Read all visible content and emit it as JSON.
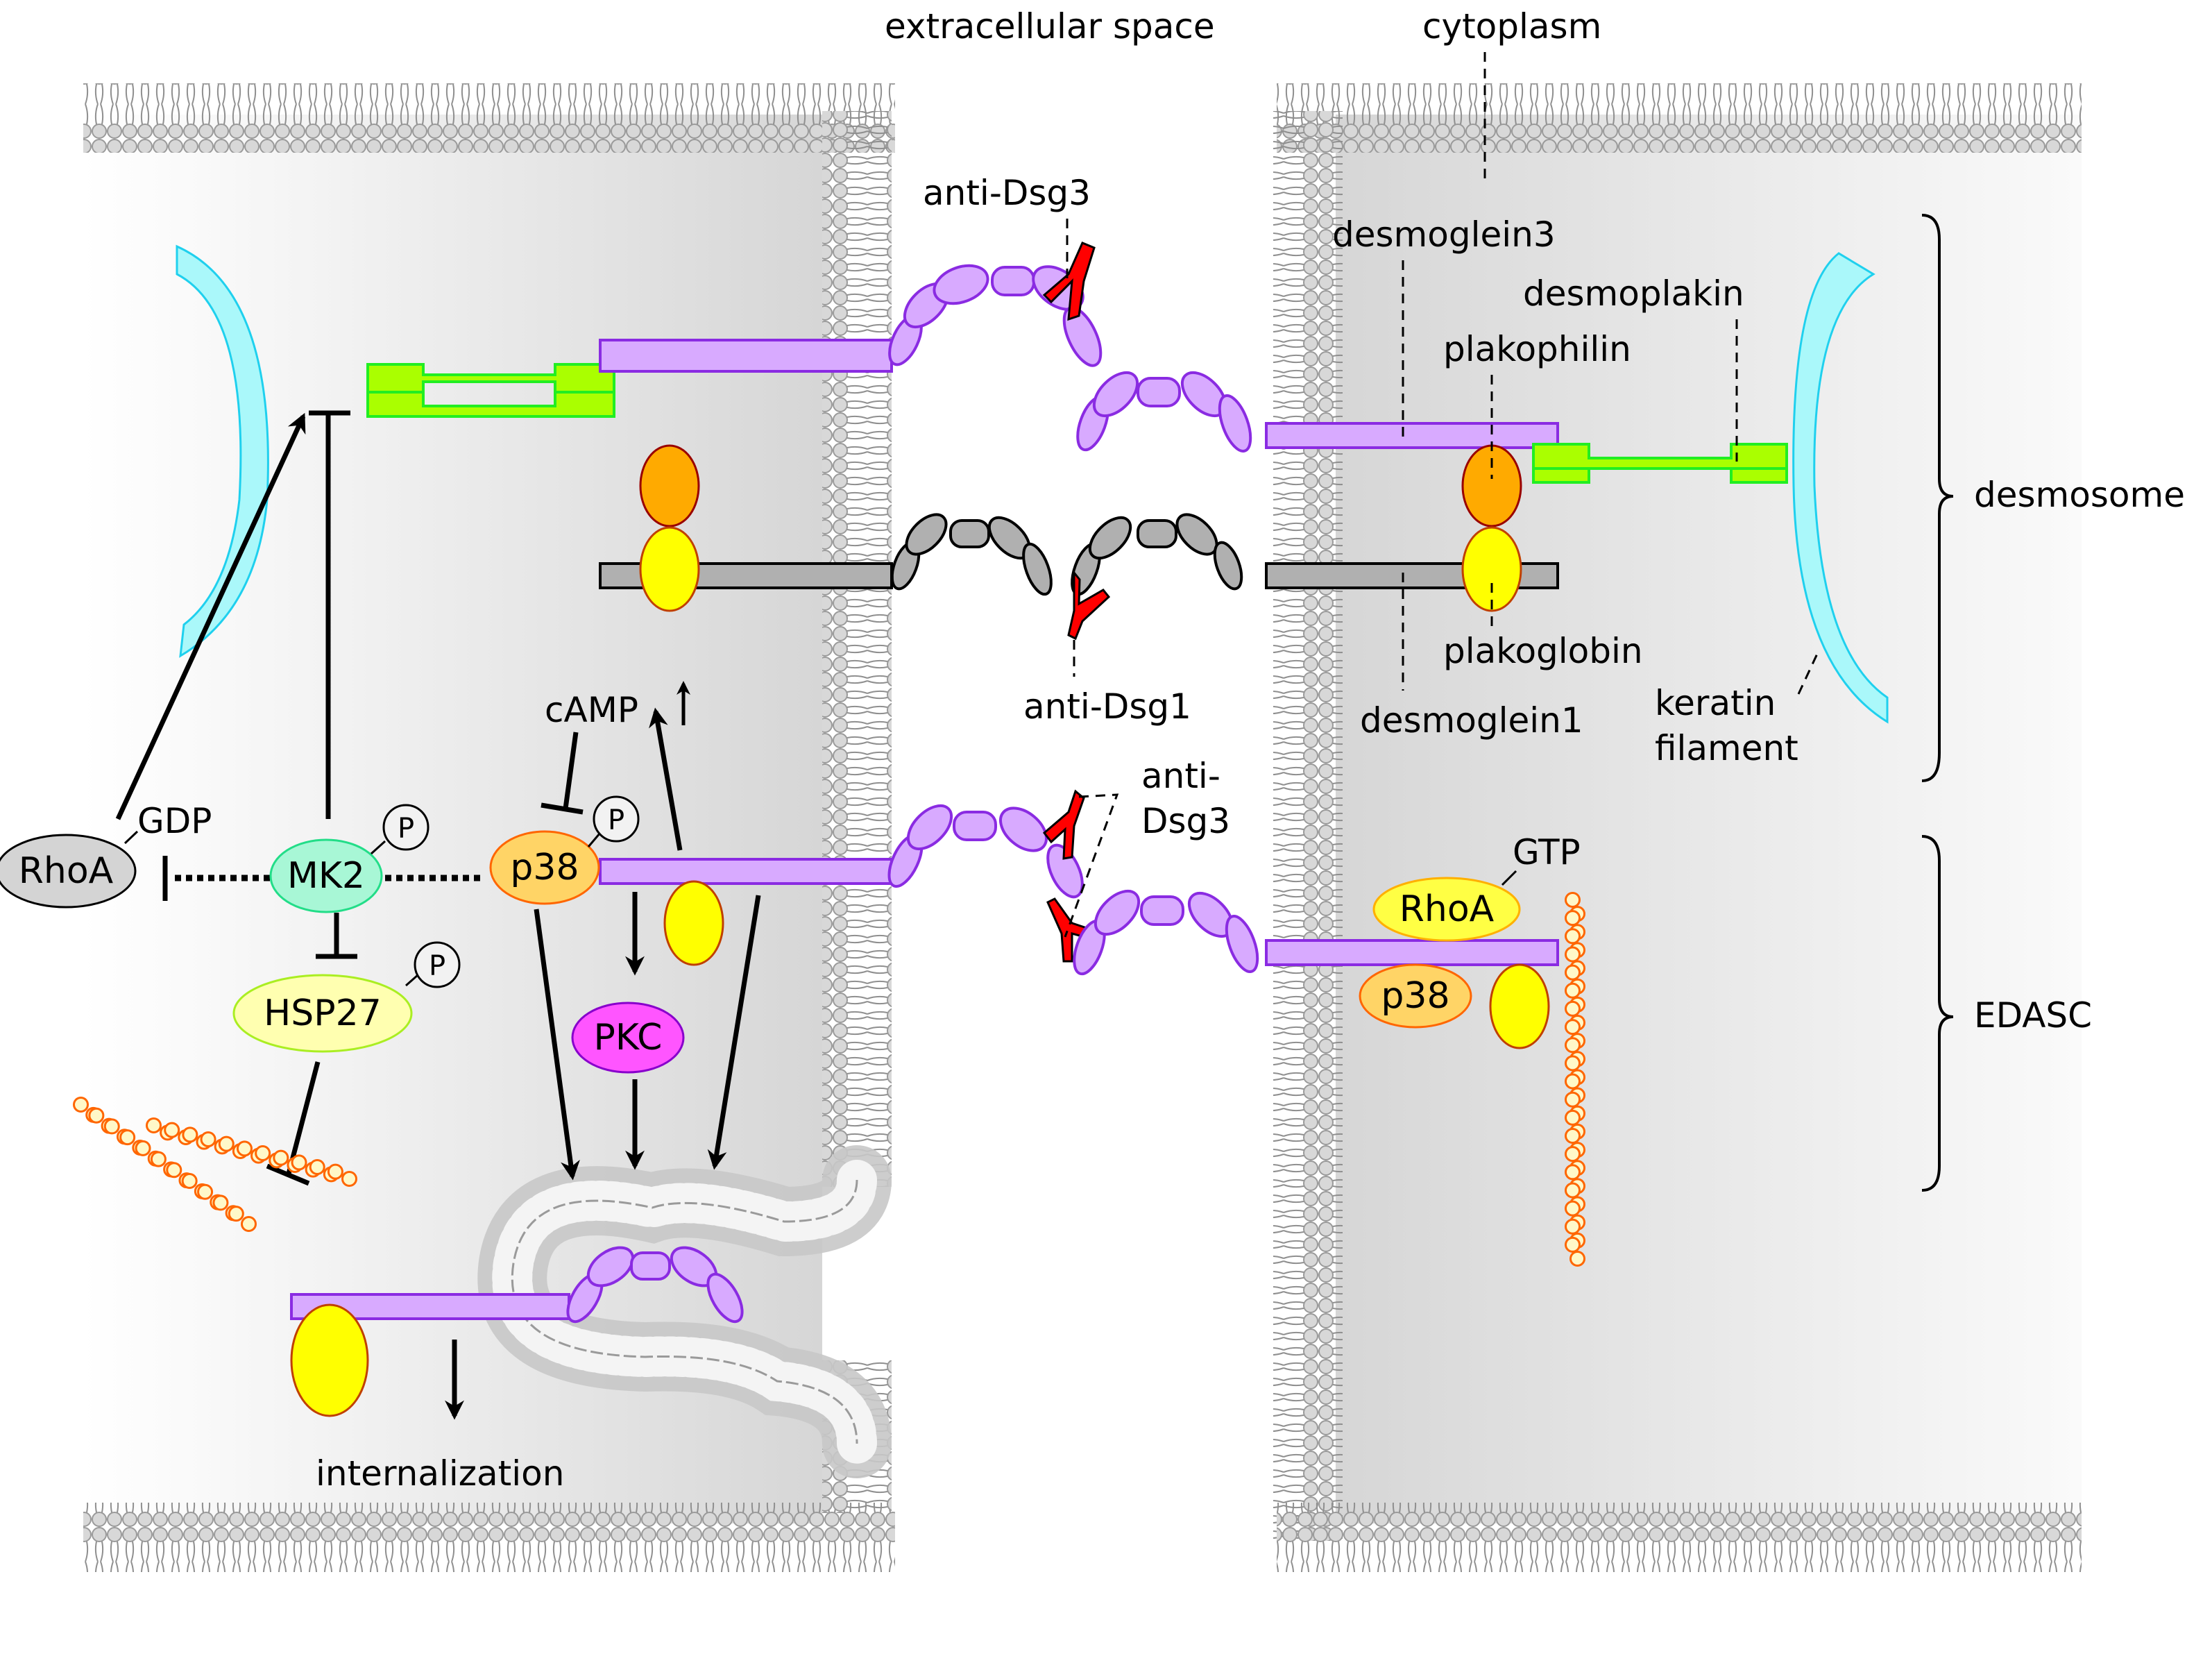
{
  "title": "Desmosome and EDASC signaling in pemphigus (anti-Dsg antibodies)",
  "regions": {
    "extracellular": "extracellular space",
    "cytoplasm": "cytoplasm"
  },
  "antibodies": {
    "anti_dsg3_top": "anti-Dsg3",
    "anti_dsg1": "anti-Dsg1",
    "anti_dsg3_mid_line1": "anti-",
    "anti_dsg3_mid_line2": "Dsg3"
  },
  "components": {
    "desmoglein3": "desmoglein3",
    "desmoplakin": "desmoplakin",
    "plakophilin": "plakophilin",
    "plakoglobin": "plakoglobin",
    "desmoglein1": "desmoglein1",
    "keratin_line1": "keratin",
    "keratin_line2": "filament"
  },
  "brackets": {
    "desmosome": "desmosome",
    "edasc": "EDASC"
  },
  "signaling": {
    "rhoa_left": "RhoA",
    "gdp": "GDP",
    "mk2": "MK2",
    "p38_left": "p38",
    "camp": "cAMP",
    "hsp27": "HSP27",
    "pkc": "PKC",
    "phospho": "P",
    "internalization": "internalization",
    "rhoa_right": "RhoA",
    "gtp": "GTP",
    "p38_right": "p38"
  },
  "colors": {
    "dsg3": "#d8aaff",
    "dsg3_stroke": "#8a2be2",
    "dsg1": "#b0b0b0",
    "antibody": "#ff0000",
    "plakophilin": "#ffaa00",
    "plakoglobin": "#ffff00",
    "desmoplakin": "#aaff00",
    "keratin": "#aaf8fa",
    "mk2": "#a8f7d6",
    "p38": "#ffd466",
    "hsp27": "#ffffb0",
    "pkc": "#ff55ff",
    "rhoa_gdp": "#d4d4d4",
    "rhoa_gtp": "#ffff44"
  }
}
